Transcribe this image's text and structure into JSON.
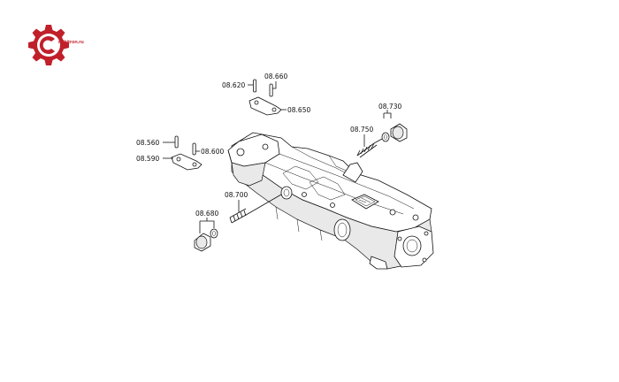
{
  "logo": {
    "text": "mikitron.ru",
    "color": "#c0202a"
  },
  "callouts": [
    {
      "id": "c620",
      "label": "08.620"
    },
    {
      "id": "c660",
      "label": "08.660"
    },
    {
      "id": "c650",
      "label": "08.650"
    },
    {
      "id": "c560",
      "label": "08.560"
    },
    {
      "id": "c590",
      "label": "08.590"
    },
    {
      "id": "c600",
      "label": "08.600"
    },
    {
      "id": "c750",
      "label": "08.750"
    },
    {
      "id": "c730",
      "label": "08.730"
    },
    {
      "id": "c700",
      "label": "08.700"
    },
    {
      "id": "c680",
      "label": "08.680"
    }
  ]
}
